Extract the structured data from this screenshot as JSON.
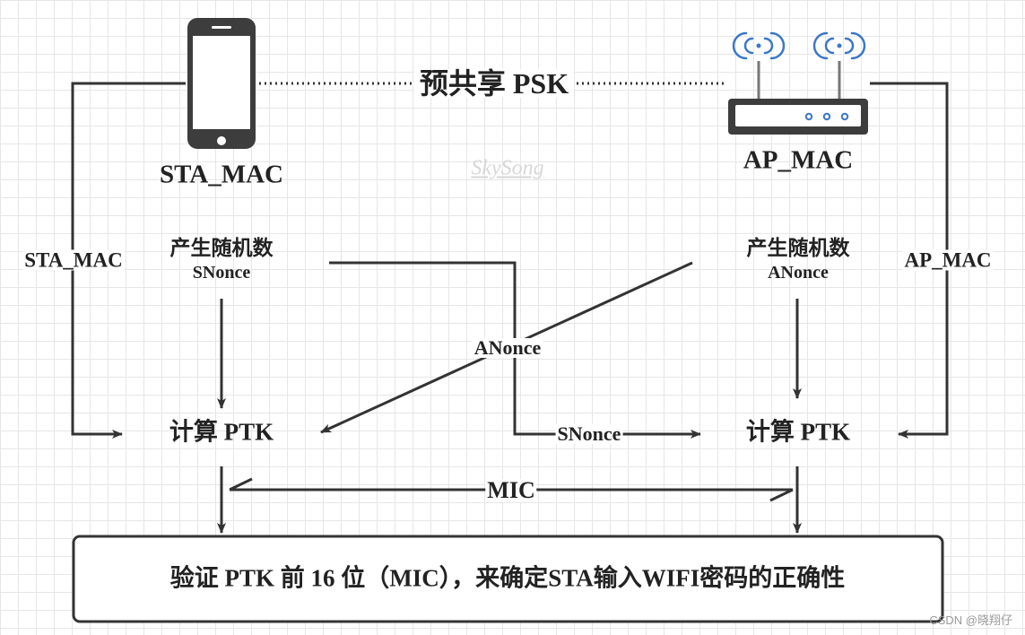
{
  "psk_label": "预共享 PSK",
  "sta": {
    "device_label": "STA_MAC",
    "side_label": "STA_MAC",
    "random_label": "产生随机数",
    "nonce_label": "SNonce",
    "compute_label": "计算 PTK"
  },
  "ap": {
    "device_label": "AP_MAC",
    "side_label": "AP_MAC",
    "random_label": "产生随机数",
    "nonce_label": "ANonce",
    "compute_label": "计算 PTK"
  },
  "exchange": {
    "anonce_label": "ANonce",
    "snonce_label": "SNonce",
    "mic_label": "MIC"
  },
  "verify_box": "验证 PTK 前 16 位（MIC），来确定STA输入WIFI密码的正确性",
  "watermark": "SkySong",
  "credit": "CSDN @晓翔仔",
  "colors": {
    "line": "#333333",
    "antenna": "#3a78c9",
    "phone_body": "#3d3d3d"
  }
}
